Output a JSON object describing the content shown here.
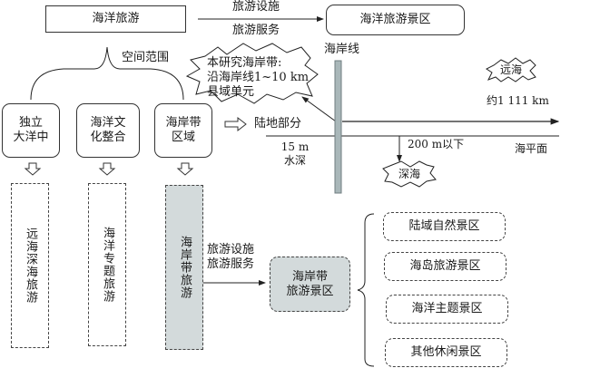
{
  "top": {
    "source_box": "海洋旅游",
    "arrow_label_top": "旅游设施",
    "arrow_label_bottom": "旅游服务",
    "target_box": "海洋旅游景区",
    "brace_label": "空间范围"
  },
  "callout": {
    "line1": "本研究海岸带:",
    "line2": "沿海岸线1~10 km",
    "line3": "县域单元"
  },
  "categories": [
    {
      "line1": "独立",
      "line2": "大洋中",
      "result": "远海深海旅游",
      "highlighted": false
    },
    {
      "line1": "海洋文",
      "line2": "化整合",
      "result": "海洋专题旅游",
      "highlighted": false
    },
    {
      "line1": "海岸带",
      "line2": "区域",
      "result": "海岸带旅游",
      "highlighted": true
    }
  ],
  "coast_diagram": {
    "coastline_label": "海岸线",
    "land_label": "陆地部分",
    "depth_value": "15 m",
    "depth_label": "水深",
    "far_sea_label": "远海",
    "distance_label": "约1 111 km",
    "deep_sea_depth": "200 m以下",
    "deep_sea_label": "深海",
    "sea_level_label": "海平面"
  },
  "bottom": {
    "arrow_label_top": "旅游设施",
    "arrow_label_bottom": "旅游服务",
    "scenic_line1": "海岸带",
    "scenic_line2": "旅游景区",
    "subtypes": [
      "陆域自然景区",
      "海岛旅游景区",
      "海洋主题景区",
      "其他休闲景区"
    ]
  },
  "colors": {
    "highlight_fill": "#d3dadb",
    "coastline_fill": "#a9b7b9",
    "line": "#222222"
  }
}
